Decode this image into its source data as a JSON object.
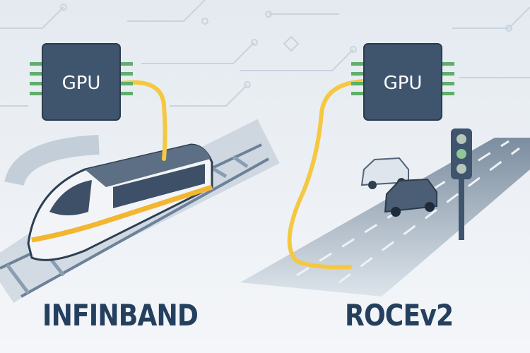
{
  "left": {
    "chip_label": "GPU",
    "title": "INFINBAND"
  },
  "right": {
    "chip_label": "GPU",
    "title": "ROCEv2"
  },
  "colors": {
    "text": "#24405e",
    "chip": "#3f546d",
    "pins": "#5fae6a",
    "cable": "#f5c842",
    "traffic_light": "#8fc79a"
  }
}
